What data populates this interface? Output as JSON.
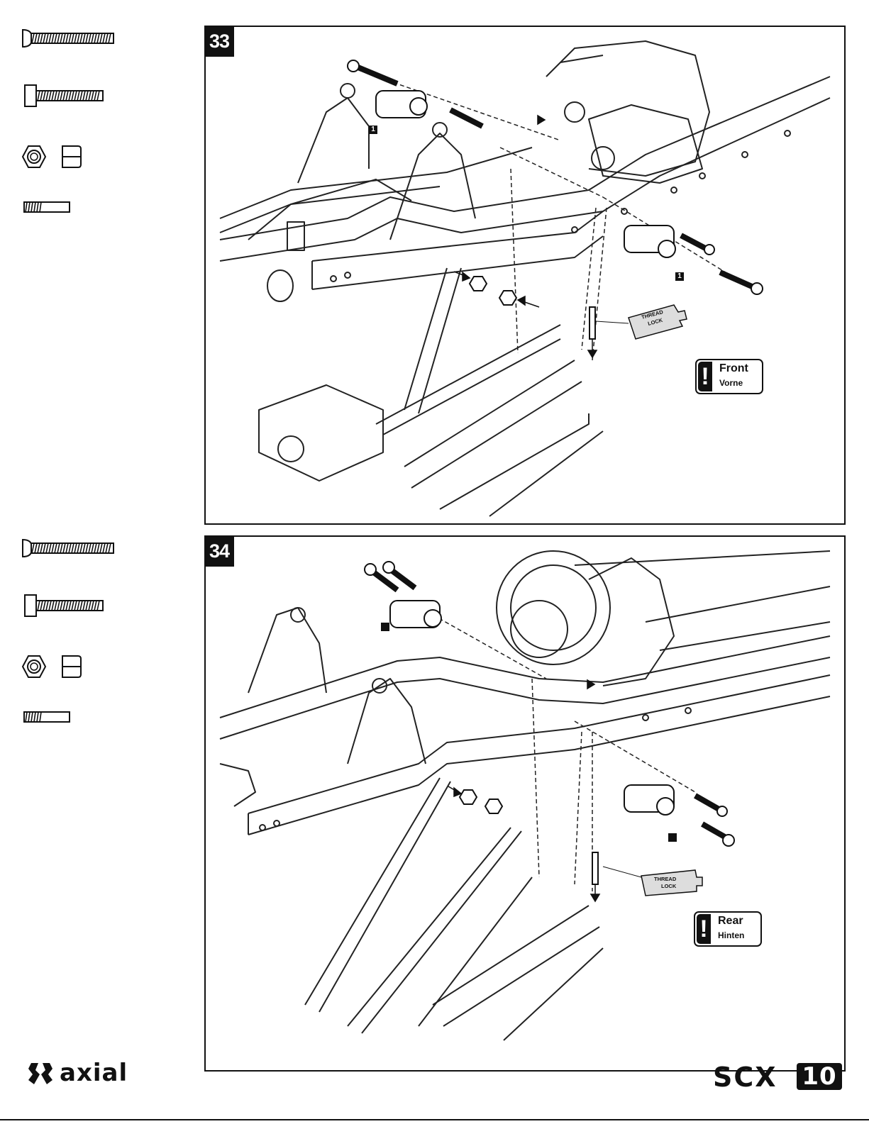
{
  "steps": [
    {
      "number": "33",
      "callout_marker": "1",
      "thread_lock_label": [
        "THREAD",
        "LOCK"
      ],
      "note": {
        "primary": "Front",
        "secondary": "Vorne"
      }
    },
    {
      "number": "34",
      "callout_marker": "",
      "thread_lock_label": [
        "THREAD",
        "LOCK"
      ],
      "note": {
        "primary": "Rear",
        "secondary": "Hinten"
      }
    }
  ],
  "parts_icons": [
    "button-head-screw-icon",
    "cap-head-screw-icon",
    "lock-nut-icon",
    "set-screw-icon"
  ],
  "footer": {
    "brand": "axial",
    "model_prefix": "SCX",
    "model_number": "10"
  }
}
